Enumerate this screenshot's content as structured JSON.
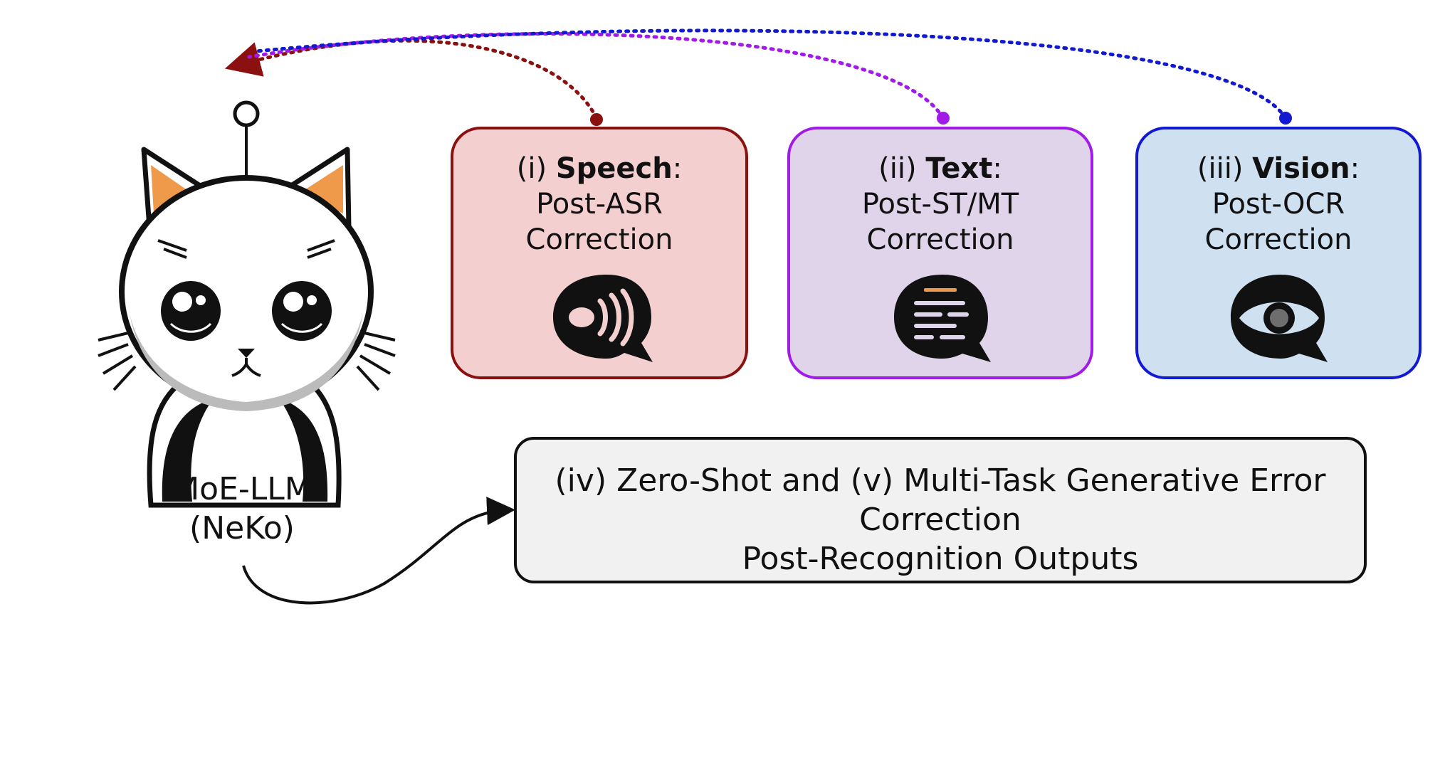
{
  "tasks": [
    {
      "prefix": "(i) ",
      "name": "Speech",
      "suffix": ":",
      "line2": "Post-ASR",
      "line3": "Correction",
      "icon": "speech-bubble-sound-icon",
      "color": "#8b1111"
    },
    {
      "prefix": "(ii) ",
      "name": "Text",
      "suffix": ":",
      "line2": "Post-ST/MT",
      "line3": "Correction",
      "icon": "text-bubble-icon",
      "color": "#a21ae8"
    },
    {
      "prefix": "(iii) ",
      "name": "Vision",
      "suffix": ":",
      "line2": "Post-OCR",
      "line3": "Correction",
      "icon": "eye-bubble-icon",
      "color": "#1119d1"
    }
  ],
  "zero_shot": {
    "line1": "(iv) Zero-Shot and (v) Multi-Task Generative Error",
    "line2": "Correction",
    "line3": "Post-Recognition Outputs"
  },
  "model": {
    "line1": "MoE-LLM",
    "line2": "(NeKo)",
    "icon": "cat-mascot-icon"
  }
}
